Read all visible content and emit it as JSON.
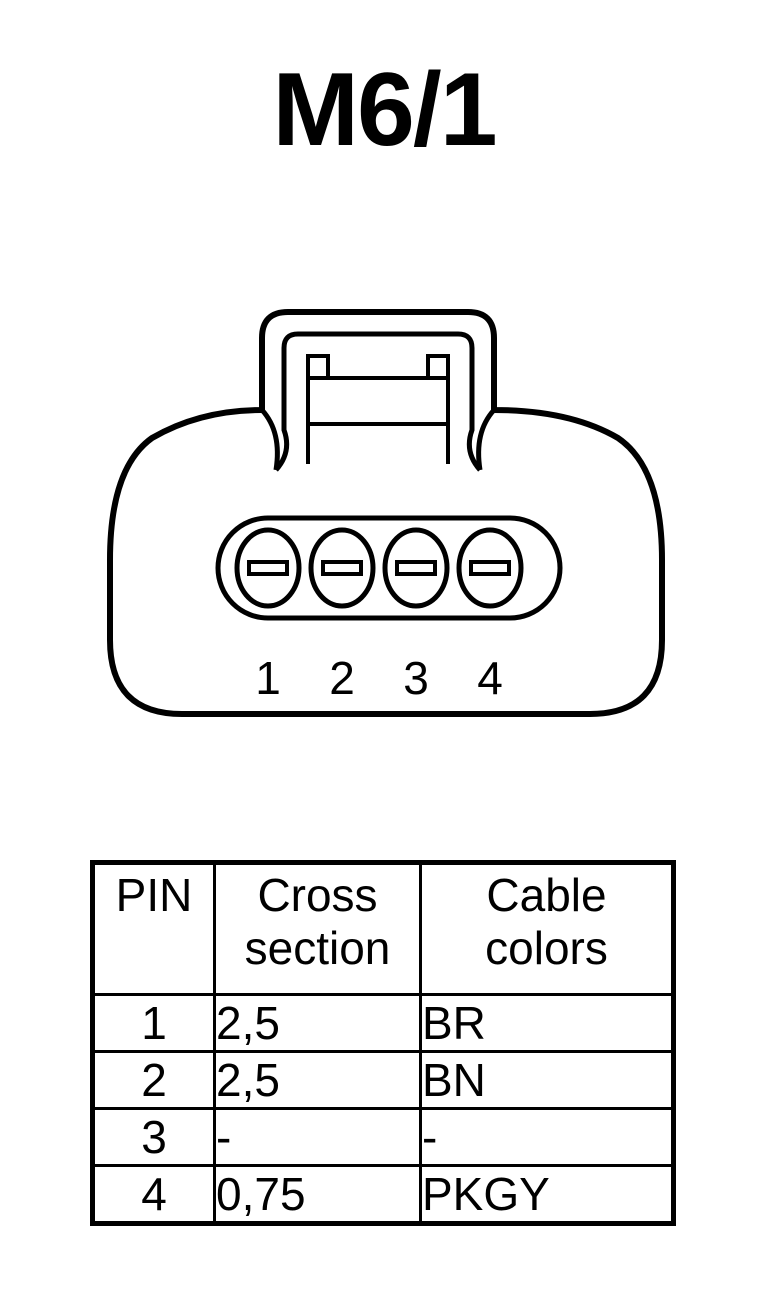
{
  "title": "M6/1",
  "connector": {
    "pin_labels": [
      "1",
      "2",
      "3",
      "4"
    ]
  },
  "table": {
    "headers": {
      "pin": "PIN",
      "cross_section": [
        "Cross",
        "section"
      ],
      "cable_colors": [
        "Cable",
        "colors"
      ]
    },
    "rows": [
      {
        "pin": "1",
        "cross_section": "2,5",
        "cable_color": "BR"
      },
      {
        "pin": "2",
        "cross_section": "2,5",
        "cable_color": "BN"
      },
      {
        "pin": "3",
        "cross_section": "-",
        "cable_color": "-"
      },
      {
        "pin": "4",
        "cross_section": "0,75",
        "cable_color": "PKGY"
      }
    ]
  }
}
